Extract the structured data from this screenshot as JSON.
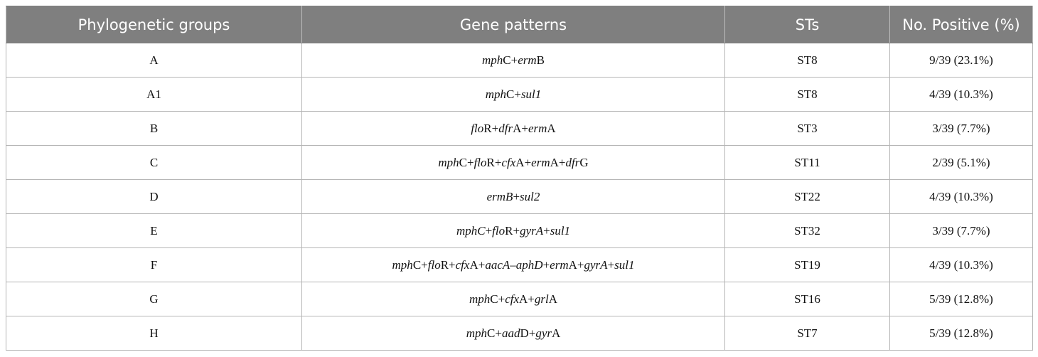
{
  "table": {
    "headers": [
      "Phylogenetic groups",
      "Gene patterns",
      "STs",
      "No. Positive (%)"
    ],
    "rows": [
      {
        "group": "A",
        "genes": [
          [
            "mph",
            "i"
          ],
          [
            "C",
            "u"
          ],
          [
            "+",
            "u"
          ],
          [
            "erm",
            "i"
          ],
          [
            "B",
            "u"
          ]
        ],
        "st": "ST8",
        "positive": "9/39 (23.1%)"
      },
      {
        "group": "A1",
        "genes": [
          [
            "mph",
            "i"
          ],
          [
            "C",
            "u"
          ],
          [
            "+",
            "u"
          ],
          [
            "sul1",
            "i"
          ]
        ],
        "st": "ST8",
        "positive": "4/39 (10.3%)"
      },
      {
        "group": "B",
        "genes": [
          [
            "flo",
            "i"
          ],
          [
            "R",
            "u"
          ],
          [
            "+",
            "u"
          ],
          [
            "dfr",
            "i"
          ],
          [
            "A",
            "u"
          ],
          [
            "+",
            "u"
          ],
          [
            "erm",
            "i"
          ],
          [
            "A",
            "u"
          ]
        ],
        "st": "ST3",
        "positive": "3/39 (7.7%)"
      },
      {
        "group": "C",
        "genes": [
          [
            "mph",
            "i"
          ],
          [
            "C",
            "u"
          ],
          [
            "+",
            "u"
          ],
          [
            "flo",
            "i"
          ],
          [
            "R",
            "u"
          ],
          [
            "+",
            "u"
          ],
          [
            "cfx",
            "i"
          ],
          [
            "A",
            "u"
          ],
          [
            "+",
            "u"
          ],
          [
            "erm",
            "i"
          ],
          [
            "A",
            "u"
          ],
          [
            "+",
            "u"
          ],
          [
            "dfr",
            "i"
          ],
          [
            "G",
            "u"
          ]
        ],
        "st": "ST11",
        "positive": "2/39 (5.1%)"
      },
      {
        "group": "D",
        "genes": [
          [
            "ermB",
            "i"
          ],
          [
            "+",
            "u"
          ],
          [
            "sul2",
            "i"
          ]
        ],
        "st": "ST22",
        "positive": "4/39 (10.3%)"
      },
      {
        "group": "E",
        "genes": [
          [
            "mphC",
            "i"
          ],
          [
            "+",
            "u"
          ],
          [
            "flo",
            "i"
          ],
          [
            "R",
            "u"
          ],
          [
            "+",
            "u"
          ],
          [
            "gyrA",
            "i"
          ],
          [
            "+",
            "u"
          ],
          [
            "sul1",
            "i"
          ]
        ],
        "st": "ST32",
        "positive": "3/39 (7.7%)"
      },
      {
        "group": "F",
        "genes": [
          [
            "mph",
            "i"
          ],
          [
            "C",
            "u"
          ],
          [
            "+",
            "u"
          ],
          [
            "flo",
            "i"
          ],
          [
            "R",
            "u"
          ],
          [
            "+",
            "u"
          ],
          [
            "cfx",
            "i"
          ],
          [
            "A",
            "u"
          ],
          [
            "+",
            "u"
          ],
          [
            "aacA–aphD",
            "i"
          ],
          [
            "+",
            "u"
          ],
          [
            "erm",
            "i"
          ],
          [
            "A",
            "u"
          ],
          [
            "+",
            "u"
          ],
          [
            "gyrA",
            "i"
          ],
          [
            "+",
            "u"
          ],
          [
            "sul1",
            "i"
          ]
        ],
        "st": "ST19",
        "positive": "4/39 (10.3%)"
      },
      {
        "group": "G",
        "genes": [
          [
            "mph",
            "i"
          ],
          [
            "C",
            "u"
          ],
          [
            "+",
            "u"
          ],
          [
            "cfx",
            "i"
          ],
          [
            "A",
            "u"
          ],
          [
            "+",
            "u"
          ],
          [
            "grl",
            "i"
          ],
          [
            "A",
            "u"
          ]
        ],
        "st": "ST16",
        "positive": "5/39 (12.8%)"
      },
      {
        "group": "H",
        "genes": [
          [
            "mph",
            "i"
          ],
          [
            "C",
            "u"
          ],
          [
            "+",
            "u"
          ],
          [
            "aad",
            "i"
          ],
          [
            "D",
            "u"
          ],
          [
            "+",
            "u"
          ],
          [
            "gyr",
            "i"
          ],
          [
            "A",
            "u"
          ]
        ],
        "st": "ST7",
        "positive": "5/39 (12.8%)"
      }
    ]
  }
}
